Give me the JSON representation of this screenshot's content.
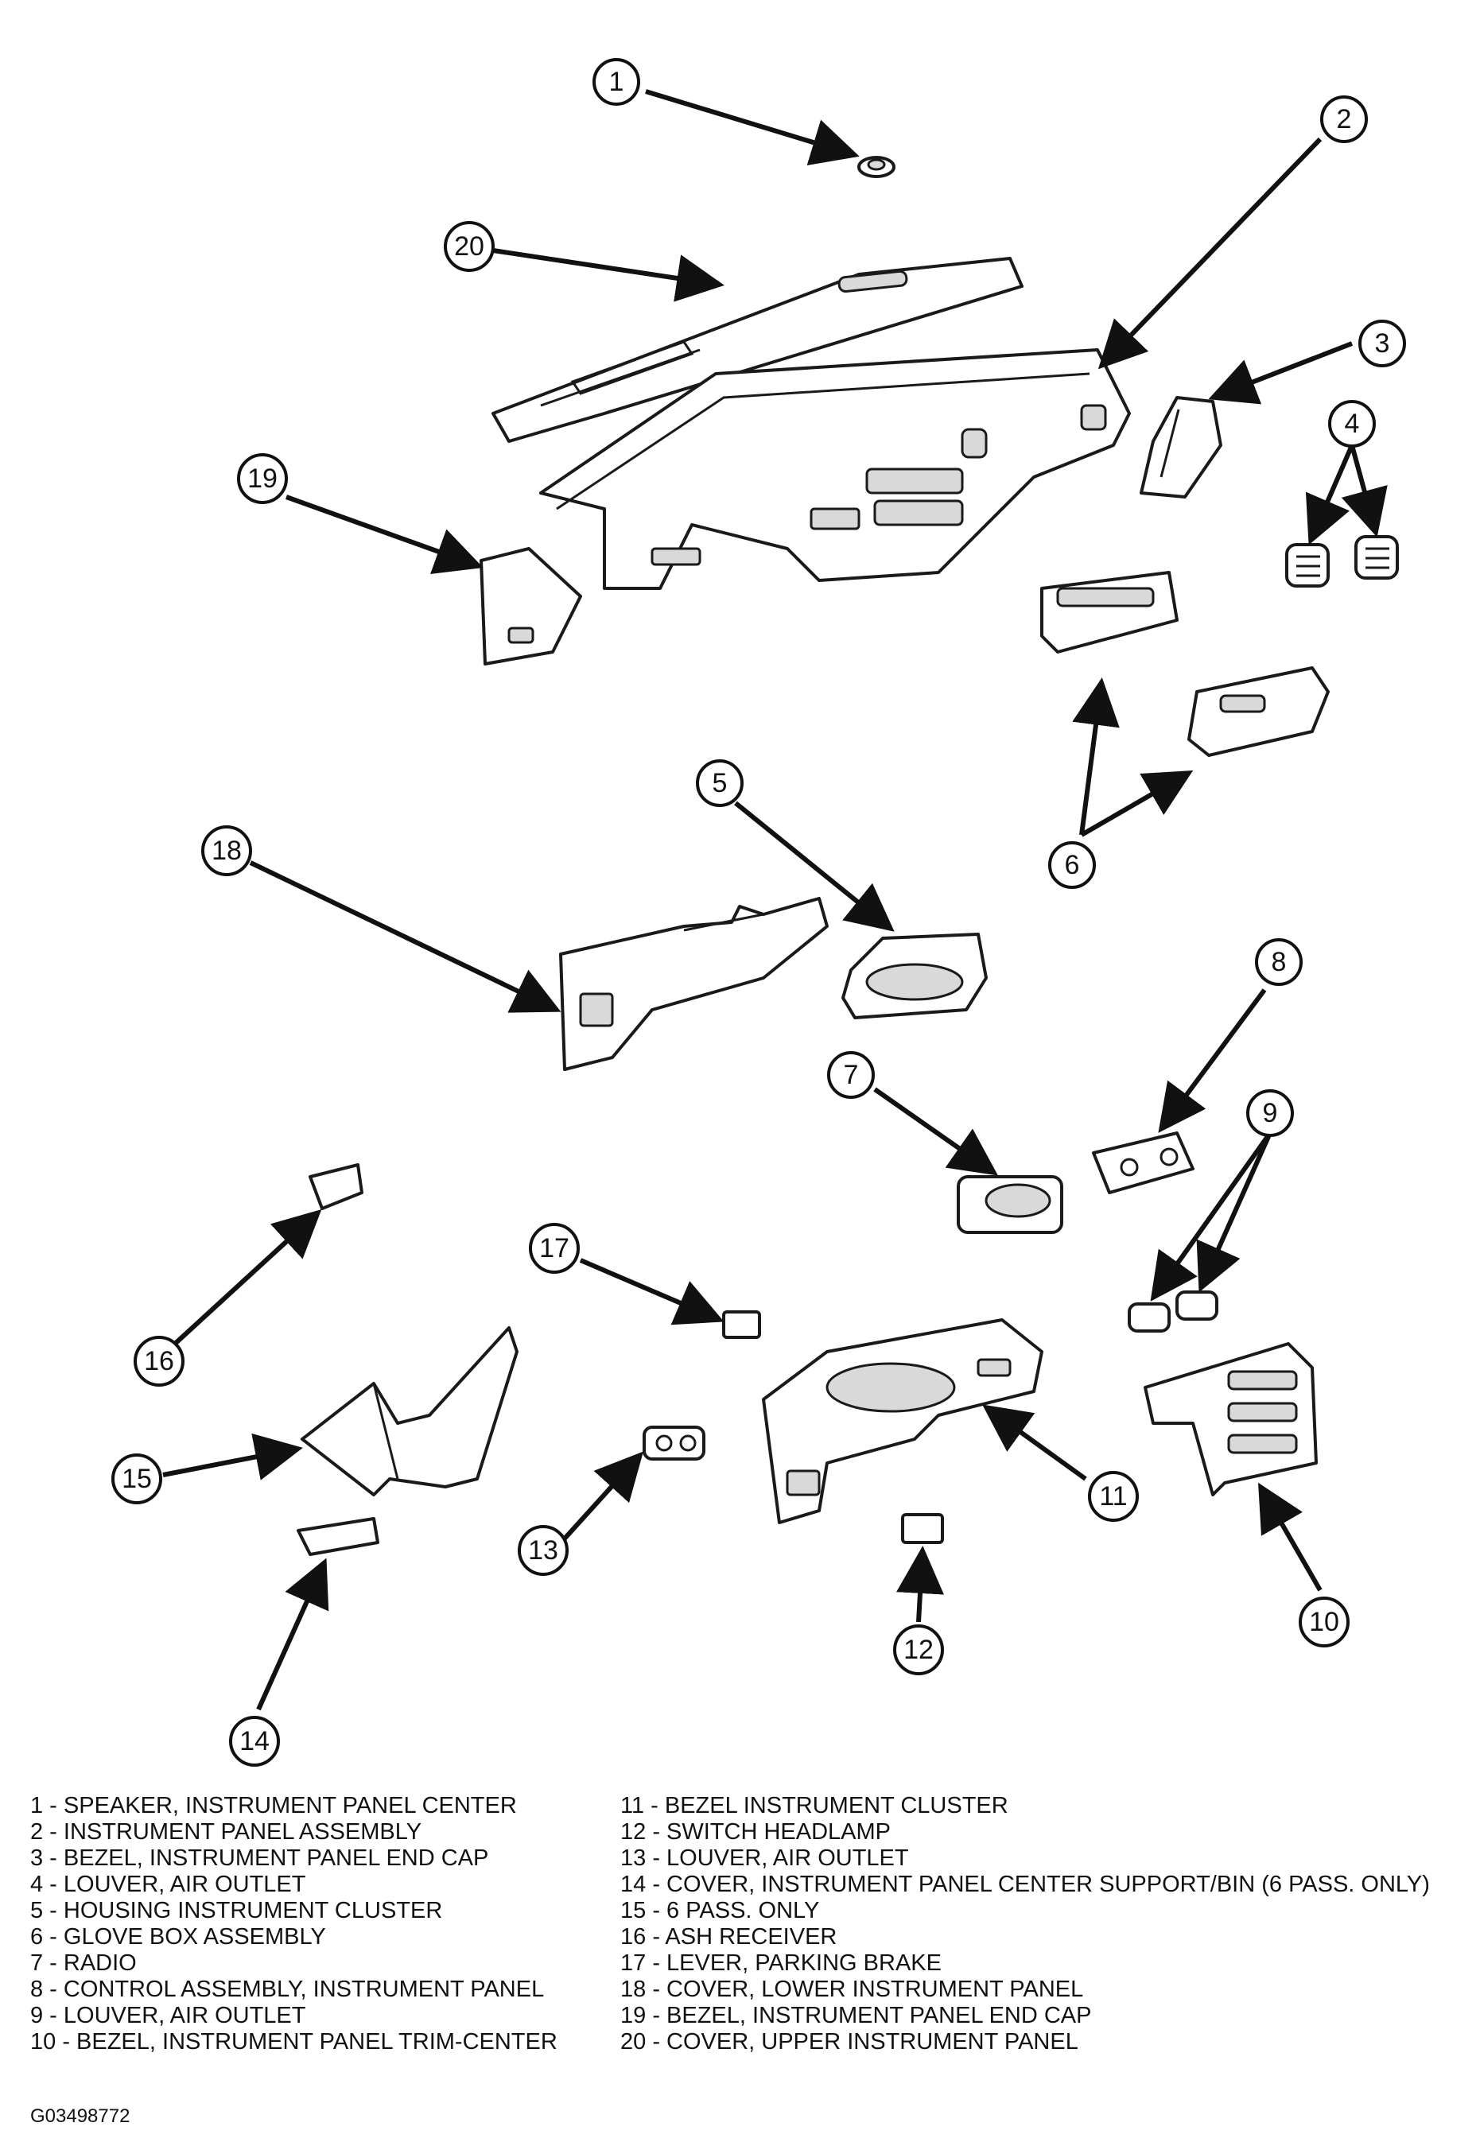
{
  "callouts": [
    "1",
    "2",
    "3",
    "4",
    "5",
    "6",
    "7",
    "8",
    "9",
    "10",
    "11",
    "12",
    "13",
    "14",
    "15",
    "16",
    "17",
    "18",
    "19",
    "20"
  ],
  "legend_left": [
    "1 - SPEAKER, INSTRUMENT PANEL CENTER",
    "2 - INSTRUMENT PANEL ASSEMBLY",
    "3 - BEZEL, INSTRUMENT PANEL END CAP",
    "4 - LOUVER, AIR OUTLET",
    "5 - HOUSING INSTRUMENT CLUSTER",
    "6 - GLOVE BOX ASSEMBLY",
    "7 - RADIO",
    "8 - CONTROL ASSEMBLY, INSTRUMENT PANEL",
    "9 - LOUVER, AIR OUTLET",
    "10 - BEZEL, INSTRUMENT PANEL TRIM-CENTER"
  ],
  "legend_right": [
    "11 - BEZEL INSTRUMENT CLUSTER",
    "12 - SWITCH HEADLAMP",
    "13 - LOUVER, AIR OUTLET",
    "14 - COVER, INSTRUMENT PANEL CENTER SUPPORT/BIN (6 PASS. ONLY)",
    "15 - 6 PASS. ONLY",
    "16 - ASH RECEIVER",
    "17 - LEVER, PARKING BRAKE",
    "18 - COVER, LOWER INSTRUMENT PANEL",
    "19 - BEZEL, INSTRUMENT PANEL END CAP",
    "20 - COVER, UPPER INSTRUMENT PANEL"
  ],
  "figure_code": "G03498772"
}
